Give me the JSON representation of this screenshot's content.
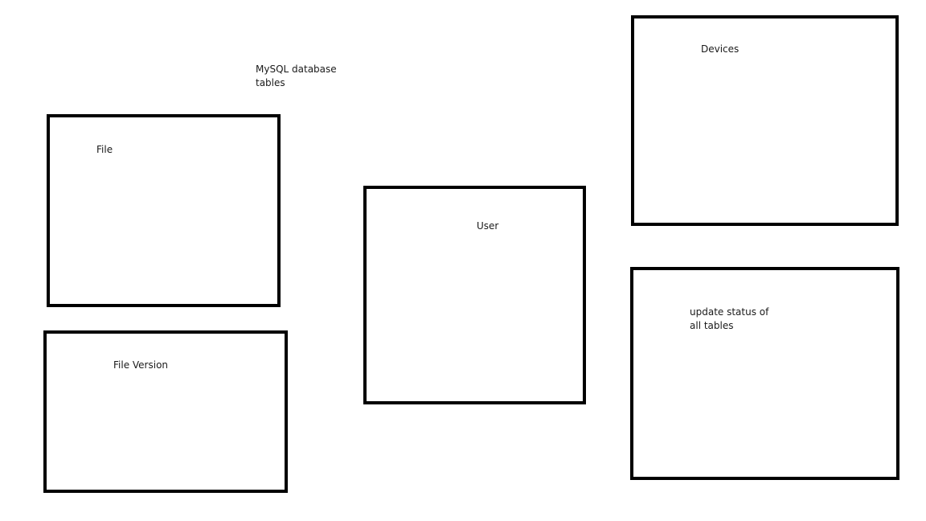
{
  "diagram": {
    "title": "MySQL database\ntables",
    "tables": {
      "file": {
        "label": "File"
      },
      "file_version": {
        "label": "File Version"
      },
      "user": {
        "label": "User"
      },
      "devices": {
        "label": "Devices"
      },
      "update_status": {
        "label": "update status of\nall tables"
      }
    }
  }
}
